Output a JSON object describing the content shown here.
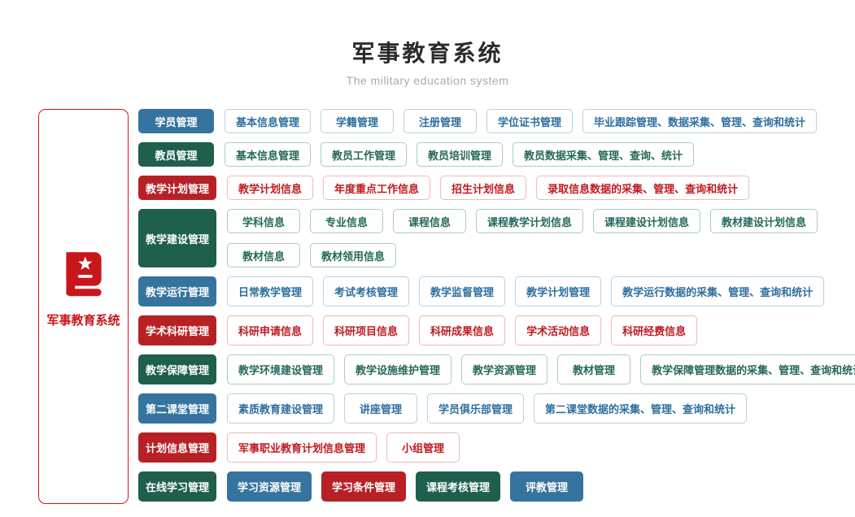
{
  "page": {
    "title": "军事教育系统",
    "subtitle": "The military education system"
  },
  "sidebar": {
    "label": "军事教育系统",
    "icon": "book-star-icon"
  },
  "colors": {
    "blue": {
      "fill": "#35749E",
      "text": "#2D6F9E",
      "border": "#B5D0E2"
    },
    "green": {
      "fill": "#1E5F4D",
      "text": "#26685A",
      "border": "#ACCBBE"
    },
    "red": {
      "fill": "#B72126",
      "text": "#C01A20",
      "border": "#F0B8BA"
    },
    "sidebar_border": "#C9161D",
    "title_text": "#2B2B2B",
    "subtitle_text": "#A9A9A9"
  },
  "rows": [
    {
      "category": {
        "label": "学员管理",
        "color": "blue"
      },
      "size": "sm",
      "lines": [
        [
          {
            "label": "基本信息管理"
          },
          {
            "label": "学籍管理"
          },
          {
            "label": "注册管理"
          },
          {
            "label": "学位证书管理"
          },
          {
            "label": "毕业跟踪管理、数据采集、管理、查询和统计"
          }
        ]
      ]
    },
    {
      "category": {
        "label": "教员管理",
        "color": "green"
      },
      "size": "sm",
      "lines": [
        [
          {
            "label": "基本信息管理"
          },
          {
            "label": "教员工作管理"
          },
          {
            "label": "教员培训管理"
          },
          {
            "label": "教员数据采集、管理、查询、统计"
          }
        ]
      ]
    },
    {
      "category": {
        "label": "教学计划管理",
        "color": "red"
      },
      "size": "sm",
      "lines": [
        [
          {
            "label": "教学计划信息"
          },
          {
            "label": "年度重点工作信息"
          },
          {
            "label": "招生计划信息"
          },
          {
            "label": "录取信息数据的采集、管理、查询和统计"
          }
        ]
      ]
    },
    {
      "category": {
        "label": "教学建设管理",
        "color": "green"
      },
      "size": "sm",
      "lines": [
        [
          {
            "label": "学科信息"
          },
          {
            "label": "专业信息"
          },
          {
            "label": "课程信息"
          },
          {
            "label": "课程教学计划信息"
          },
          {
            "label": "课程建设计划信息"
          },
          {
            "label": "教材建设计划信息"
          }
        ],
        [
          {
            "label": "教材信息"
          },
          {
            "label": "教材领用信息"
          }
        ]
      ]
    },
    {
      "category": {
        "label": "教学运行管理",
        "color": "blue"
      },
      "size": "lg",
      "lines": [
        [
          {
            "label": "日常教学管理"
          },
          {
            "label": "考试考核管理"
          },
          {
            "label": "教学监督管理"
          },
          {
            "label": "教学计划管理"
          },
          {
            "label": "教学运行数据的采集、管理、查询和统计"
          }
        ]
      ]
    },
    {
      "category": {
        "label": "学术科研管理",
        "color": "red"
      },
      "size": "lg",
      "lines": [
        [
          {
            "label": "科研申请信息"
          },
          {
            "label": "科研项目信息"
          },
          {
            "label": "科研成果信息"
          },
          {
            "label": "学术活动信息"
          },
          {
            "label": "科研经费信息"
          }
        ]
      ]
    },
    {
      "category": {
        "label": "教学保障管理",
        "color": "green"
      },
      "size": "lg",
      "lines": [
        [
          {
            "label": "教学环境建设管理"
          },
          {
            "label": "教学设施维护管理"
          },
          {
            "label": "教学资源管理"
          },
          {
            "label": "教材管理"
          },
          {
            "label": "教学保障管理数据的采集、管理、查询和统计"
          }
        ]
      ]
    },
    {
      "category": {
        "label": "第二课堂管理",
        "color": "blue"
      },
      "size": "lg",
      "lines": [
        [
          {
            "label": "素质教育建设管理"
          },
          {
            "label": "讲座管理"
          },
          {
            "label": "学员俱乐部管理"
          },
          {
            "label": "第二课堂数据的采集、管理、查询和统计"
          }
        ]
      ]
    },
    {
      "category": {
        "label": "计划信息管理",
        "color": "red"
      },
      "size": "lg",
      "lines": [
        [
          {
            "label": "军事职业教育计划信息管理"
          },
          {
            "label": "小组管理"
          }
        ]
      ]
    },
    {
      "category": {
        "label": "在线学习管理",
        "color": "green"
      },
      "size": "lg",
      "lines": [
        [
          {
            "label": "学习资源管理",
            "color": "blue",
            "variant": "filled"
          },
          {
            "label": "学习条件管理",
            "color": "red",
            "variant": "filled"
          },
          {
            "label": "课程考核管理",
            "color": "green",
            "variant": "filled"
          },
          {
            "label": "评教管理",
            "color": "blue",
            "variant": "filled"
          }
        ]
      ]
    }
  ]
}
